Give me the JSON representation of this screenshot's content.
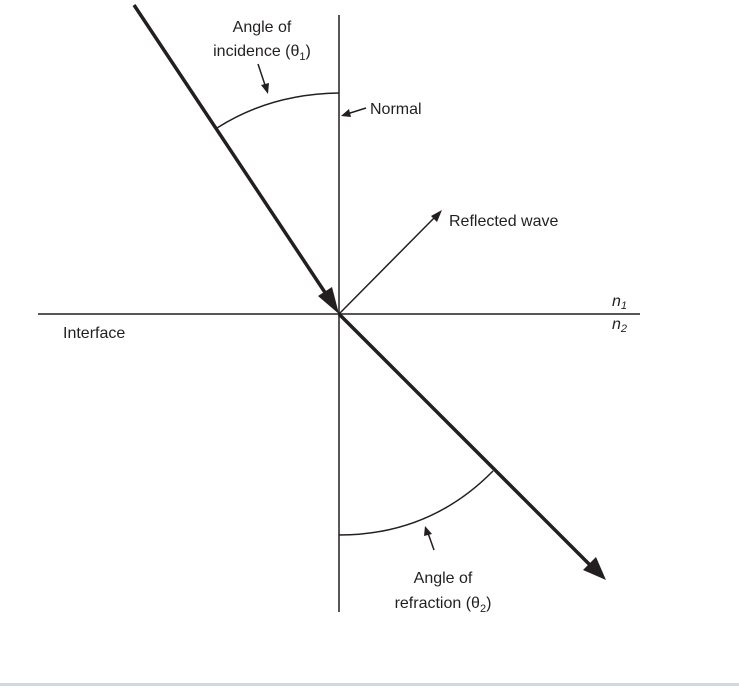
{
  "diagram": {
    "incidence_label_line1": "Angle of",
    "incidence_label_line2": "incidence (θ",
    "incidence_sub": "1",
    "normal_label": "Normal",
    "reflected_label": "Reflected wave",
    "interface_label": "Interface",
    "n1_label": "n",
    "n1_sub": "1",
    "n2_label": "n",
    "n2_sub": "2",
    "refraction_label_line1": "Angle of",
    "refraction_label_line2": "refraction (θ",
    "refraction_sub": "2",
    "close_paren": ")"
  }
}
